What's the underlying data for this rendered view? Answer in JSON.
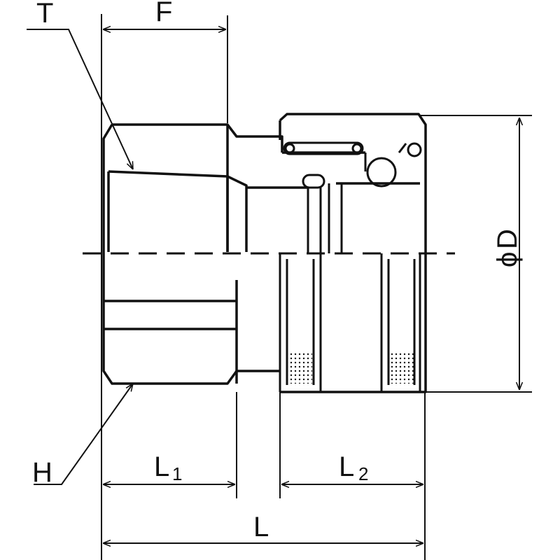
{
  "labels": {
    "T": "T",
    "F": "F",
    "phiD_symbol": "ϕ",
    "phiD_letter": "D",
    "H": "H",
    "L1_main": "L",
    "L1_sub": "1",
    "L2_main": "L",
    "L2_sub": "2",
    "L": "L"
  },
  "colors": {
    "stroke": "#111111",
    "background": "#ffffff"
  },
  "icons": {
    "arrowhead": "arrowhead-icon"
  }
}
